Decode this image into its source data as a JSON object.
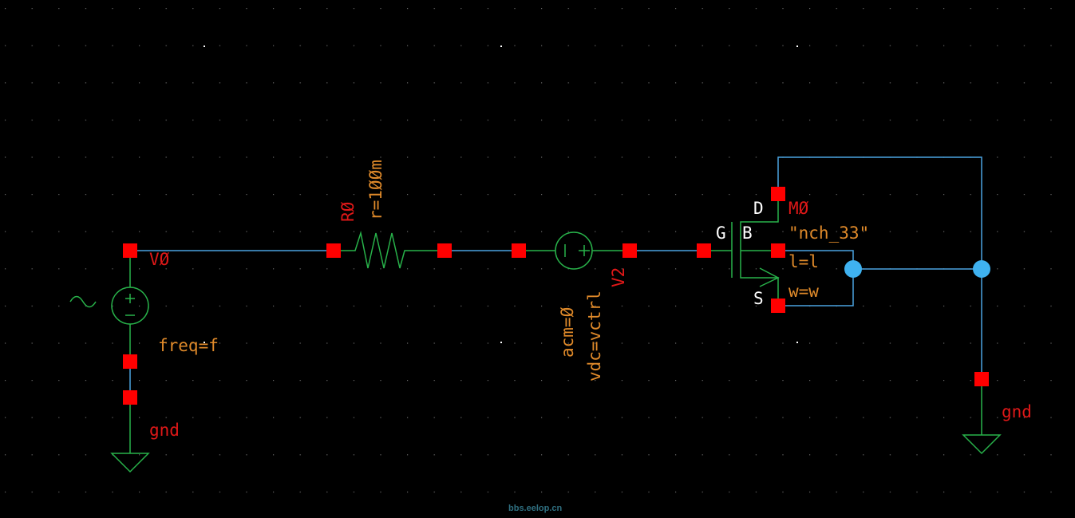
{
  "schematic": {
    "sources": {
      "v0": {
        "name": "VØ",
        "param": "freq=f"
      },
      "v2": {
        "name": "V2",
        "params": [
          "acm=Ø",
          "vdc=vctrl"
        ]
      }
    },
    "resistor": {
      "name": "RØ",
      "param": "r=1ØØm"
    },
    "transistor": {
      "name": "MØ",
      "model": "\"nch_33\"",
      "params": [
        "l=l",
        "w=w"
      ],
      "pins": {
        "drain": "D",
        "gate": "G",
        "bulk": "B",
        "source": "S"
      }
    },
    "grounds": [
      "gnd",
      "gnd"
    ]
  },
  "watermark": "bbs.eelop.cn",
  "colors": {
    "background": "#000000",
    "wire": "#4aa3df",
    "symbol": "#28b24a",
    "pin": "#ff0000",
    "instance_name": "#e01818",
    "parameter": "#e08a2a"
  }
}
